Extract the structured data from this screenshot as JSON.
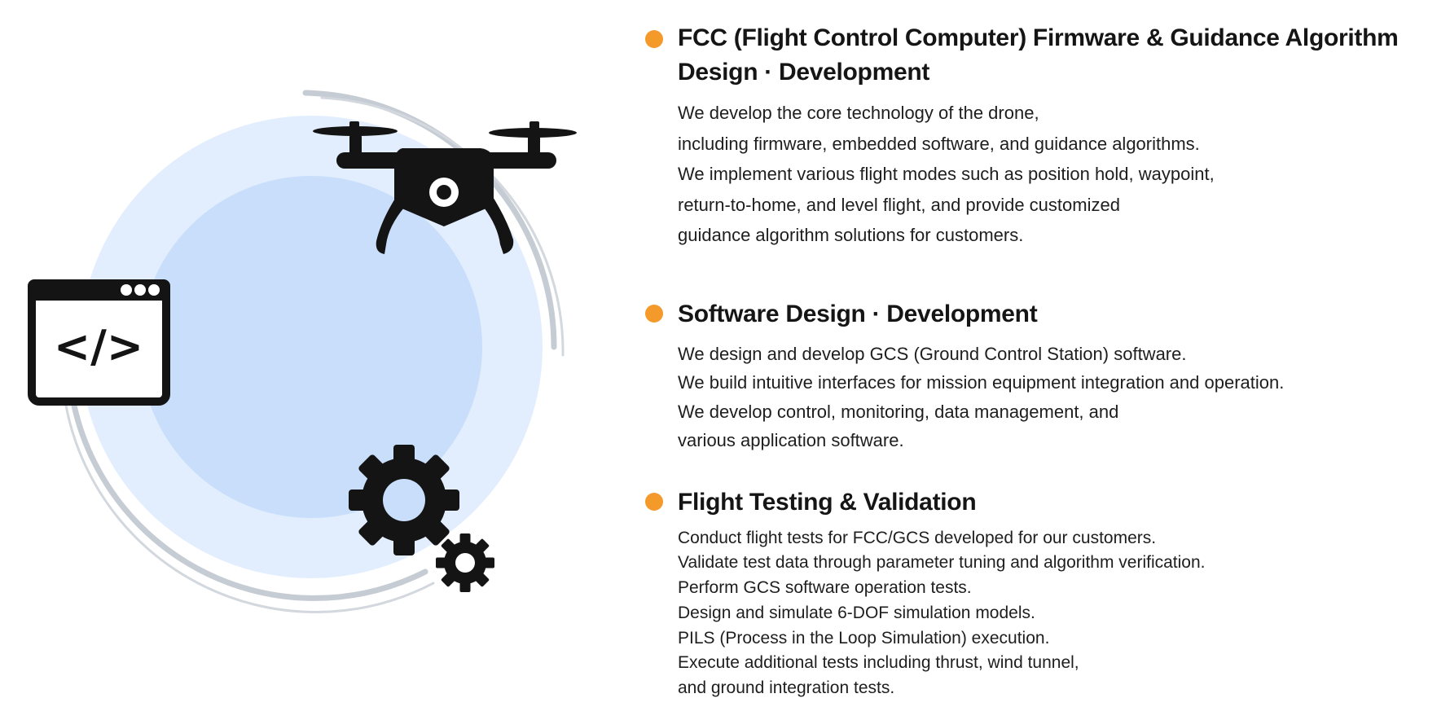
{
  "colors": {
    "accent_dot": "#f39a2b",
    "circle_outer": "#e2eefd",
    "circle_inner": "#c8defa",
    "arc": "#c6ccd3",
    "icon": "#141414"
  },
  "illustration": {
    "icons": [
      "drone-icon",
      "code-window-icon",
      "gear-large-icon",
      "gear-small-icon"
    ],
    "code_symbol": "</>"
  },
  "services": [
    {
      "title_line1": "FCC (Flight Control Computer) Firmware & Guidance Algorithm",
      "title_line2": "Design · Development",
      "lines": [
        "We develop the core technology of the drone,",
        "including firmware, embedded software, and guidance algorithms.",
        "We implement various flight modes such as position hold, waypoint,",
        "return-to-home, and level flight, and provide customized",
        "guidance algorithm solutions for customers."
      ]
    },
    {
      "title_line1": "Software Design · Development",
      "lines": [
        "We design and develop GCS (Ground Control Station) software.",
        "We build intuitive interfaces for mission equipment integration and operation.",
        "We develop control, monitoring, data management, and",
        "various application software."
      ]
    },
    {
      "title_line1": "Flight Testing & Validation",
      "lines": [
        "Conduct flight tests for FCC/GCS developed for our customers.",
        "Validate test data through parameter tuning and algorithm verification.",
        "Perform GCS software operation tests.",
        "Design and simulate 6-DOF simulation models.",
        "PILS (Process in the Loop Simulation) execution.",
        "Execute additional tests including thrust, wind tunnel,",
        "and ground integration tests."
      ]
    }
  ]
}
